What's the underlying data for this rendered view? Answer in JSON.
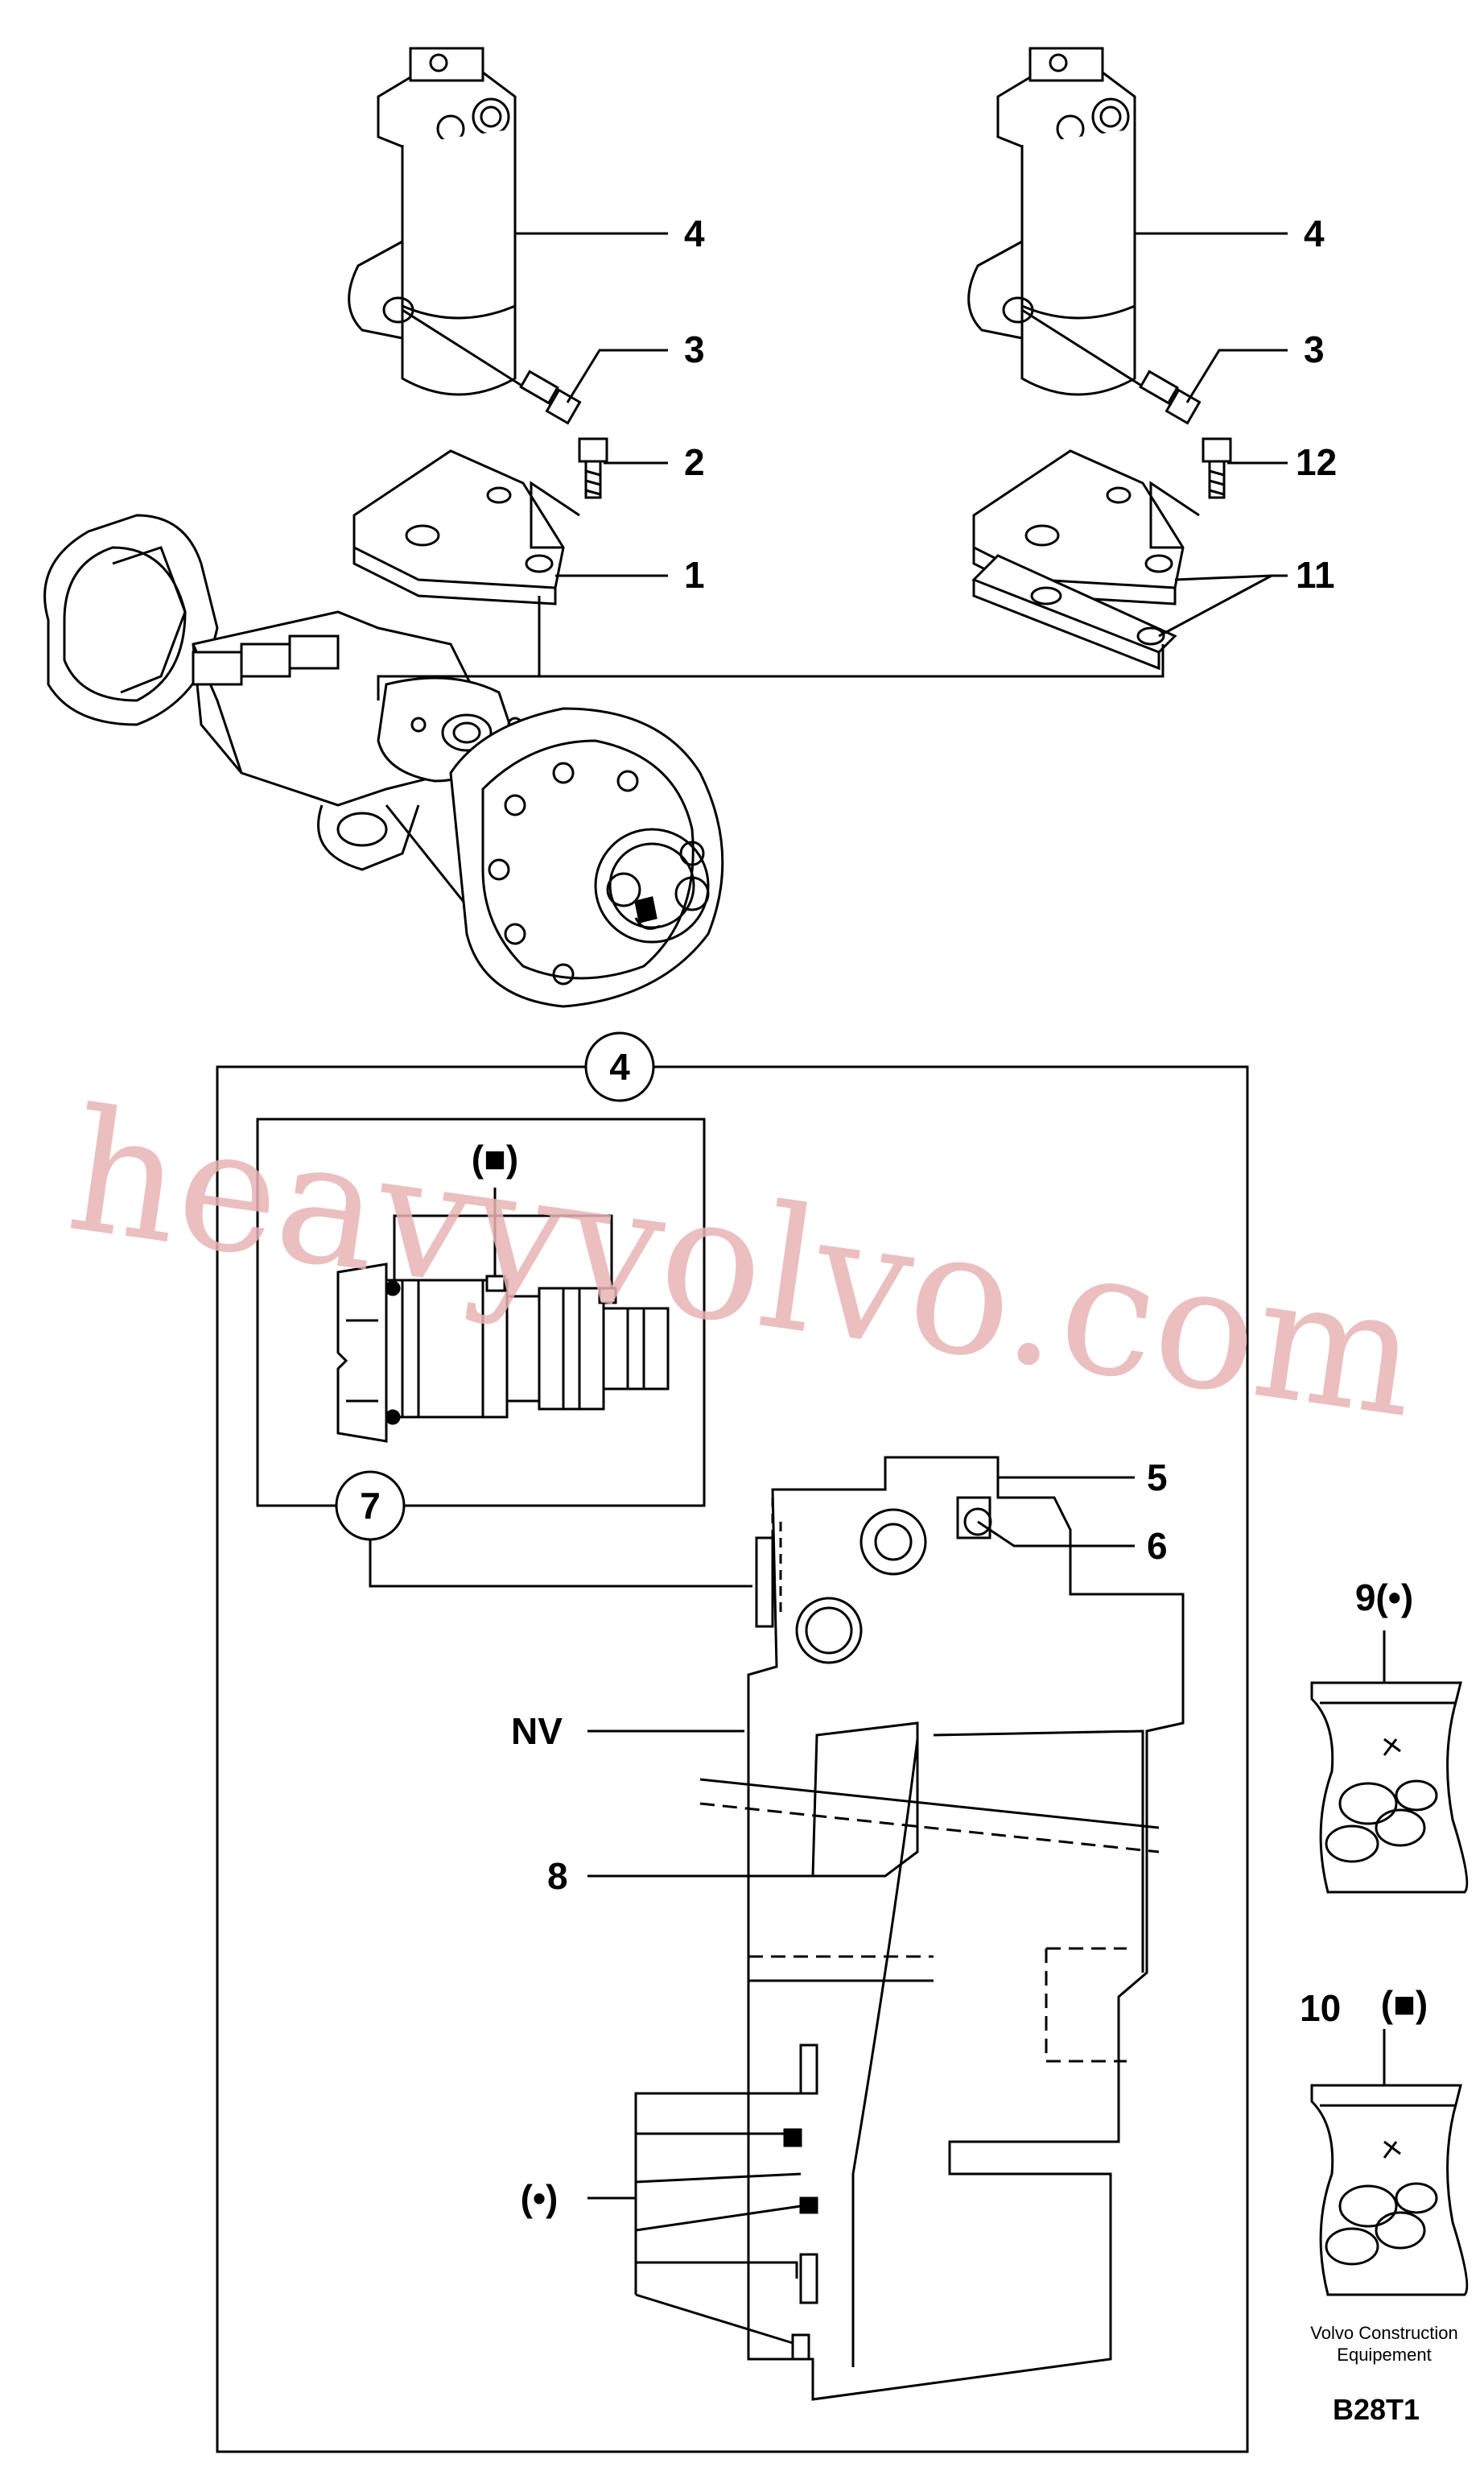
{
  "labels": {
    "part_4_left": "4",
    "part_3_left": "3",
    "part_2": "2",
    "part_1": "1",
    "part_4_right": "4",
    "part_3_right": "3",
    "part_12": "12",
    "part_11": "11",
    "callout_4": "4",
    "callout_square": "(■)",
    "callout_7": "7",
    "part_5": "5",
    "part_6": "6",
    "part_9": "9(•)",
    "part_nv": "NV",
    "part_8": "8",
    "part_10": "10",
    "callout_square_10": "(■)",
    "callout_dot": "(•)"
  },
  "watermark": "heavyvolvo.com",
  "footer": {
    "company_line1": "Volvo Construction",
    "company_line2": "Equipement",
    "code": "B28T1"
  }
}
